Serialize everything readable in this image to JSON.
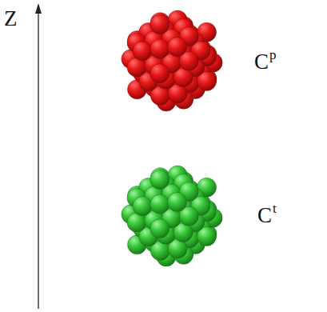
{
  "diagram": {
    "labels": [
      "Z",
      "C",
      "p",
      "C",
      "t"
    ]
  }
}
